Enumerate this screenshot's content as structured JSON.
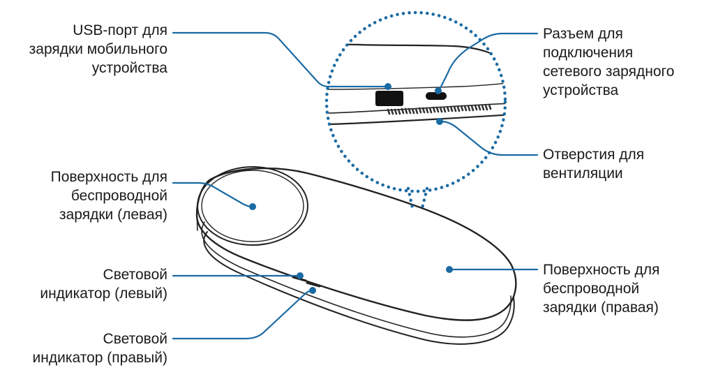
{
  "colors": {
    "leader": "#1a6aa3",
    "dot": "#1a6aa3",
    "zoom_circle": "#1a6aa3",
    "outline": "#222222",
    "text": "#1a1a1a"
  },
  "labels": {
    "usb_port": [
      "USB-порт для",
      "зарядки мобильного",
      "устройства"
    ],
    "charger_connector": [
      "Разъем для",
      "подключения",
      "сетевого зарядного",
      "устройства"
    ],
    "ventilation": [
      "Отверстия для",
      "вентиляции"
    ],
    "surface_left": [
      "Поверхность для",
      "беспроводной",
      "зарядки (левая)"
    ],
    "surface_right": [
      "Поверхность для",
      "беспроводной",
      "зарядки (правая)"
    ],
    "led_left": [
      "Световой",
      "индикатор (левый)"
    ],
    "led_right": [
      "Световой",
      "индикатор (правый)"
    ]
  }
}
